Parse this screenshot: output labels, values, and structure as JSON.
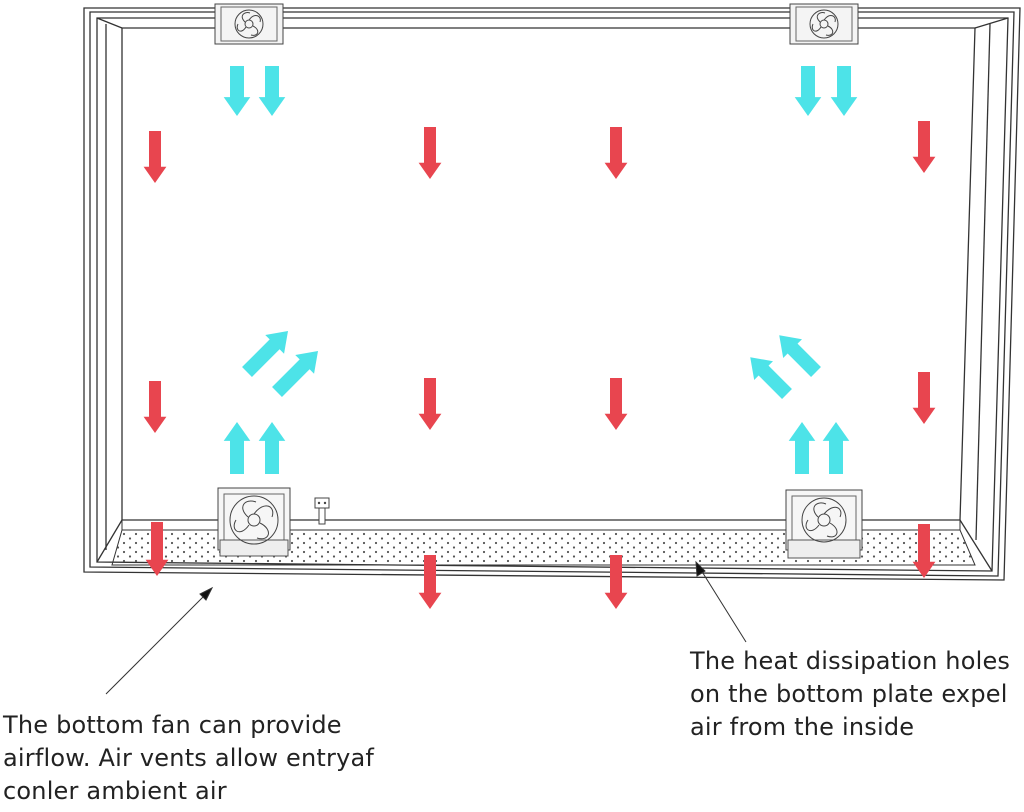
{
  "annotations": {
    "left": {
      "lines": [
        "The bottom fan can provide",
        "airflow. Air vents allow entryaf",
        "conler ambient air"
      ]
    },
    "right": {
      "lines": [
        "The heat dissipation holes",
        "on the bottom plate expel",
        "air from the inside"
      ]
    }
  },
  "colors": {
    "hot_air": "#e8454f",
    "cool_air": "#4de3e8",
    "line": "#333333"
  },
  "icons": {
    "fan": "fan-icon",
    "connector": "plug-icon"
  }
}
